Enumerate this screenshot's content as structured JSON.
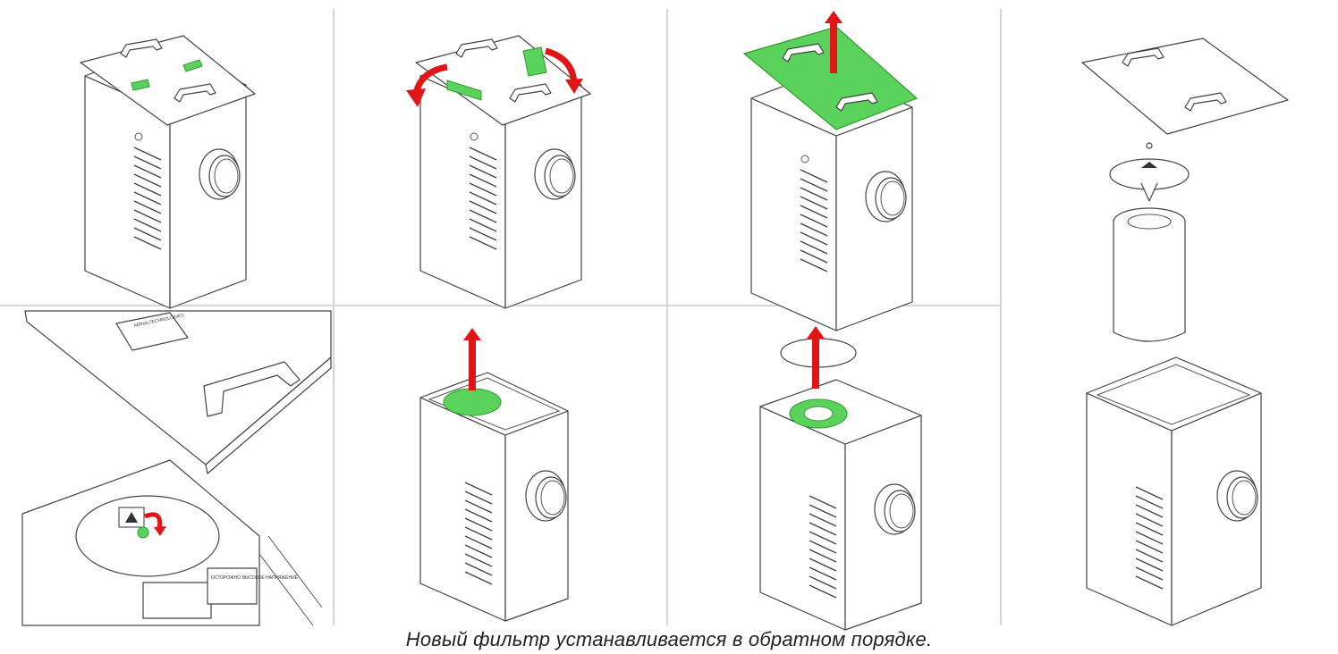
{
  "caption": "Новый фильтр устанавливается в обратном порядке.",
  "colors": {
    "highlight": "#5bd25b",
    "highlight_stroke": "#2f9a2f",
    "arrow": "#e01515",
    "line": "#444444",
    "panel_divider": "#d6d6d6",
    "background": "#ffffff"
  },
  "label_text": {
    "warning_sticker": "ОСТОРОЖНО ВЫСОКОЕ НАПРЯЖЕНИЕ",
    "brand_plate": "AERIALTECHNOLOGIES"
  },
  "panels": [
    {
      "step": 1,
      "action": "latches-highlighted",
      "highlight": "latches"
    },
    {
      "step": 2,
      "action": "open-latches",
      "highlight": "latches",
      "arrows": "rotate"
    },
    {
      "step": 3,
      "action": "lift-lid",
      "highlight": "lid",
      "arrows": "up"
    },
    {
      "step": 4,
      "action": "exploded-view",
      "highlight": "none"
    },
    {
      "step": 5,
      "action": "unscrew-nut-closeup",
      "highlight": "nut",
      "arrows": "rotate"
    },
    {
      "step": 6,
      "action": "lift-cover",
      "highlight": "filter-cover",
      "arrows": "up"
    },
    {
      "step": 7,
      "action": "lift-filter",
      "highlight": "filter-ring",
      "arrows": "up"
    }
  ]
}
